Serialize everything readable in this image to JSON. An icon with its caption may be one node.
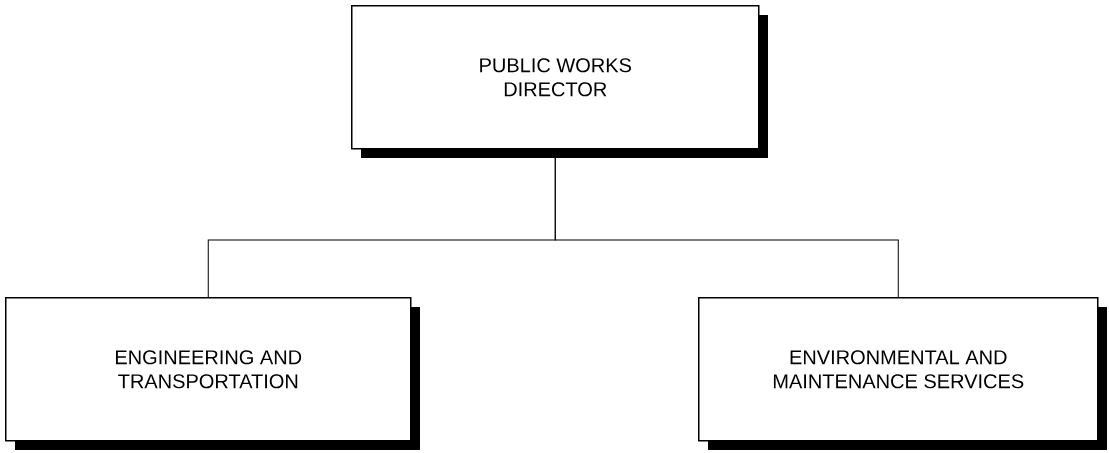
{
  "diagram": {
    "nodes": [
      {
        "text": [
          "PUBLIC WORKS DIRECTOR"
        ]
      },
      {
        "text": [
          "ENGINEERING AND TRANSPORTATION"
        ]
      },
      {
        "text": [
          "ENVIRONMENTAL AND MAINTENANCE SERVICES"
        ]
      }
    ],
    "edges": [
      {
        "from": 0,
        "to": 1,
        "arrow": "none"
      },
      {
        "from": 0,
        "to": 2,
        "arrow": "none"
      }
    ]
  }
}
